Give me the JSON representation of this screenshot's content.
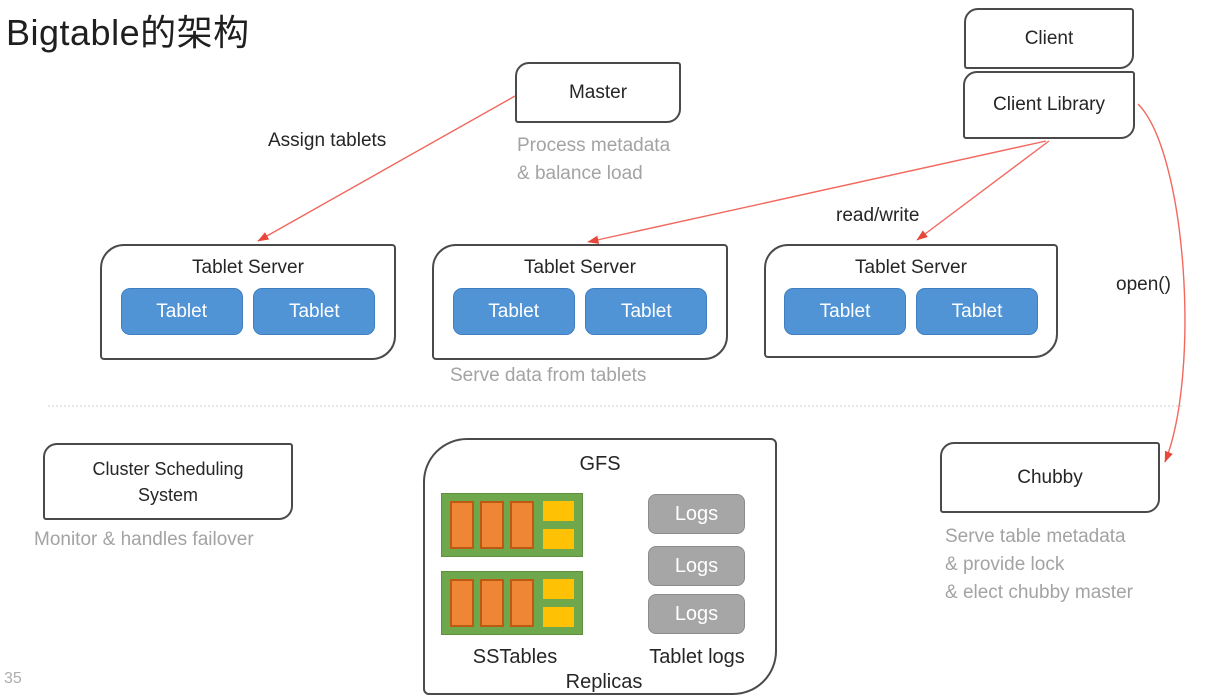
{
  "title": "Bigtable的架构",
  "page_number": "35",
  "colors": {
    "tablet_blue": "#5094D6",
    "sstable_green": "#6FA84C",
    "bar_orange": "#EF8636",
    "bar_orange_border": "#BC5A14",
    "chip_yellow": "#FFC103",
    "logs_gray": "#A6A6A6",
    "arrow_red": "#F2685E",
    "caption_gray": "#A3A3A3",
    "box_border": "#4A4A4A"
  },
  "nodes": {
    "master": {
      "label": "Master",
      "caption": "Process metadata\n& balance load"
    },
    "client": {
      "label": "Client"
    },
    "client_library": {
      "label": "Client Library"
    },
    "tablet_servers": [
      {
        "label": "Tablet Server",
        "tablets": [
          "Tablet",
          "Tablet"
        ]
      },
      {
        "label": "Tablet Server",
        "tablets": [
          "Tablet",
          "Tablet"
        ],
        "caption": "Serve data from tablets"
      },
      {
        "label": "Tablet Server",
        "tablets": [
          "Tablet",
          "Tablet"
        ]
      }
    ],
    "cluster_scheduling": {
      "label": "Cluster Scheduling\nSystem",
      "caption": "Monitor & handles failover"
    },
    "gfs": {
      "label": "GFS",
      "logs": [
        "Logs",
        "Logs",
        "Logs"
      ],
      "sstables_label": "SSTables",
      "tablet_logs_label": "Tablet logs",
      "replicas_label": "Replicas"
    },
    "chubby": {
      "label": "Chubby",
      "caption": "Serve table metadata\n& provide lock\n& elect chubby master"
    }
  },
  "edge_labels": {
    "assign_tablets": "Assign tablets",
    "read_write": "read/write",
    "open": "open()"
  }
}
